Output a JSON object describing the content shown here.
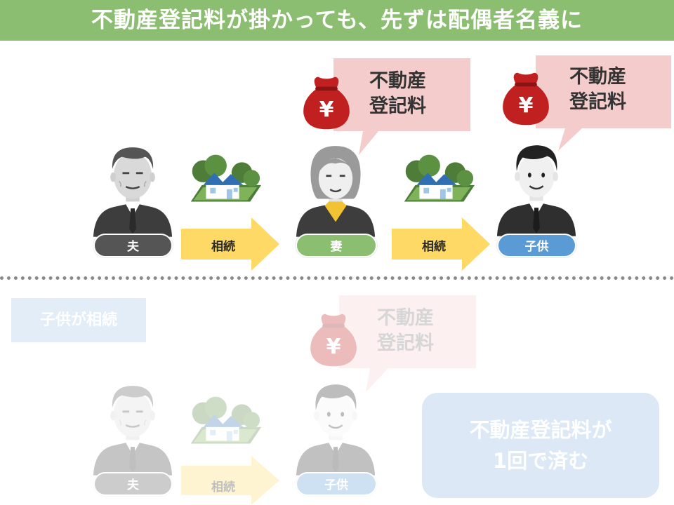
{
  "title": "不動産登記料が掛かっても、先ずは配偶者名義に",
  "top_flow": {
    "persons": [
      {
        "label": "夫"
      },
      {
        "label": "妻"
      },
      {
        "label": "子供"
      }
    ],
    "arrows": [
      {
        "label": "相続"
      },
      {
        "label": "相続"
      }
    ],
    "bubbles": [
      {
        "line1": "不動産",
        "line2": "登記料"
      },
      {
        "line1": "不動産",
        "line2": "登記料"
      }
    ],
    "money_symbol": "¥"
  },
  "bottom_flow": {
    "tag": "子供が相続",
    "persons": [
      {
        "label": "夫"
      },
      {
        "label": "子供"
      }
    ],
    "arrows": [
      {
        "label": "相続"
      }
    ],
    "bubble": {
      "line1": "不動産",
      "line2": "登記料"
    },
    "money_symbol": "¥",
    "result": {
      "line1": "不動産登記料が",
      "line2": "1回で済む"
    }
  },
  "colors": {
    "banner": "#8cbe71",
    "pill_husband": "#555555",
    "pill_wife": "#8cbe71",
    "pill_child": "#5b9bd5",
    "arrow": "#ffd966",
    "bubble": "#f4cccc",
    "money_bag": "#c0201f"
  },
  "icons": [
    "old-man-icon",
    "old-woman-icon",
    "young-man-icon",
    "house-icon",
    "money-bag-icon"
  ]
}
